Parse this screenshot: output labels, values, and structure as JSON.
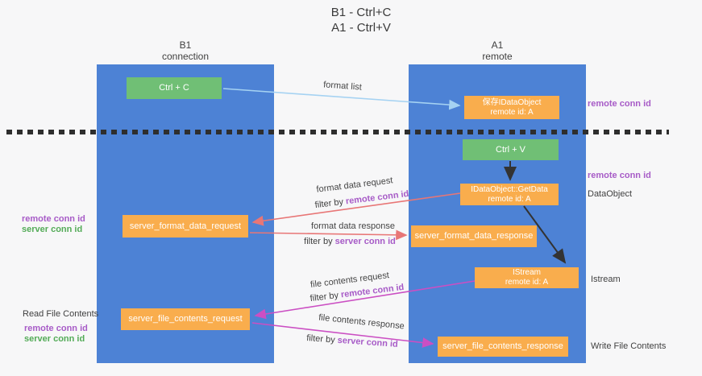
{
  "title": {
    "line1": "B1 - Ctrl+C",
    "line2": "A1 - Ctrl+V"
  },
  "columns": {
    "left": {
      "name": "B1",
      "role": "connection"
    },
    "right": {
      "name": "A1",
      "role": "remote"
    }
  },
  "nodes": {
    "ctrl_c": "Ctrl + C",
    "ctrl_v": "Ctrl + V",
    "save_dataobject": {
      "line1": "保存IDataObject",
      "line2": "remote id: A"
    },
    "getdata": {
      "line1": "IDataObject::GetData",
      "line2": "remote id: A"
    },
    "istream": {
      "line1": "IStream",
      "line2": "remote id: A"
    },
    "format_request": "server_format_data_request",
    "format_response": "server_format_data_response",
    "file_request": "server_file_contents_request",
    "file_response": "server_file_contents_response"
  },
  "side_labels": {
    "remote_conn_top": "remote conn id",
    "remote_conn_mid": "remote conn id",
    "dataobject": "DataObject",
    "istream": "Istream",
    "write_file": "Write File Contents",
    "read_file": "Read File Contents",
    "left_remote_1": "remote conn id",
    "left_server_1": "server conn id",
    "left_remote_2": "remote conn id",
    "left_server_2": "server conn id"
  },
  "arrow_labels": {
    "format_list": "format list",
    "format_data_request": "format data request",
    "filter_by_1": "filter by ",
    "remote_conn_1": "remote conn id",
    "format_data_response": "format data response",
    "filter_by_2": "filter by ",
    "server_conn_2": "server conn id",
    "file_contents_request": "file contents request",
    "filter_by_3": "filter by ",
    "remote_conn_3": "remote conn id",
    "file_contents_response": "file contents response",
    "filter_by_4": "filter by ",
    "server_conn_4": "server conn id"
  },
  "colors": {
    "lane_blue": "#4d82d5",
    "node_orange": "#f9ad4d",
    "node_green": "#70bf75",
    "purple_text": "#a75bc7",
    "green_text": "#53ab57",
    "arrow_salmon": "#e87676",
    "arrow_magenta": "#cb4fc3",
    "arrow_lightblue": "#a5d2f2",
    "arrow_black": "#333333",
    "background": "#f7f7f8"
  }
}
